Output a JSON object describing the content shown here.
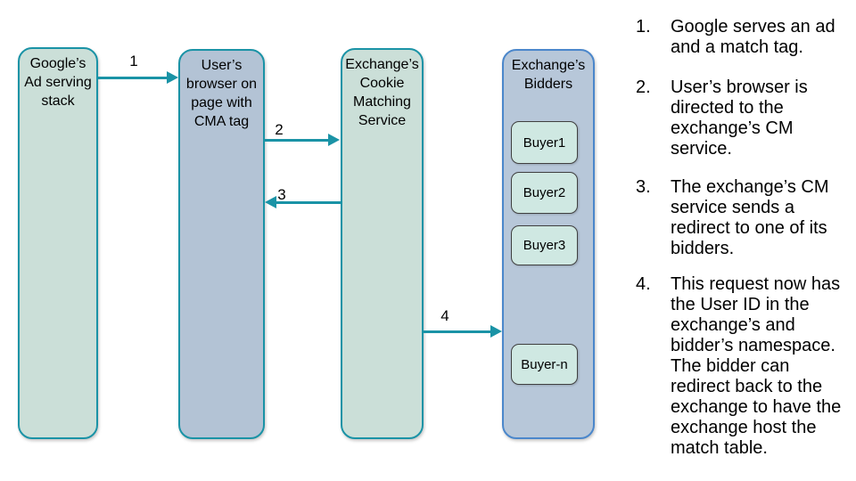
{
  "diagram": {
    "nodes": {
      "google": {
        "label": "Google’s\nAd serving\nstack"
      },
      "browser": {
        "label": "User’s\nbrowser on\npage with\nCMA tag"
      },
      "cm_service": {
        "label": "Exchange’s\nCookie\nMatching\nService"
      },
      "bidders": {
        "label": "Exchange’s\nBidders"
      }
    },
    "buyers": [
      {
        "label": "Buyer1"
      },
      {
        "label": "Buyer2"
      },
      {
        "label": "Buyer3"
      },
      {
        "label": "Buyer-n"
      }
    ],
    "arrows": [
      {
        "label": "1",
        "from": "google",
        "to": "browser",
        "direction": "right"
      },
      {
        "label": "2",
        "from": "browser",
        "to": "cm_service",
        "direction": "right"
      },
      {
        "label": "3",
        "from": "cm_service",
        "to": "browser",
        "direction": "left"
      },
      {
        "label": "4",
        "from": "cm_service",
        "to": "bidders",
        "direction": "right"
      }
    ],
    "colors": {
      "teal_accent": "#1a93a6",
      "green_fill": "#cbdfd8",
      "bluegray_fill": "#b3c3d5",
      "bidders_fill": "#b7c7d9",
      "bidders_border": "#4b87cb",
      "buyer_fill": "#cfe8e2",
      "buyer_border": "#404040",
      "text": "#000000"
    }
  },
  "steps": [
    {
      "num": "1.",
      "text": "Google serves an ad\nand a match tag."
    },
    {
      "num": "2.",
      "text": "User’s browser is\ndirected to the\nexchange’s CM\nservice."
    },
    {
      "num": "3.",
      "text": "The exchange’s CM\nservice sends a\nredirect to one of its\nbidders."
    },
    {
      "num": "4.",
      "text": "This request now has\nthe User ID in the\nexchange’s and\nbidder’s namespace.\nThe bidder can\nredirect back to the\nexchange to have the\nexchange host the\nmatch table."
    }
  ]
}
